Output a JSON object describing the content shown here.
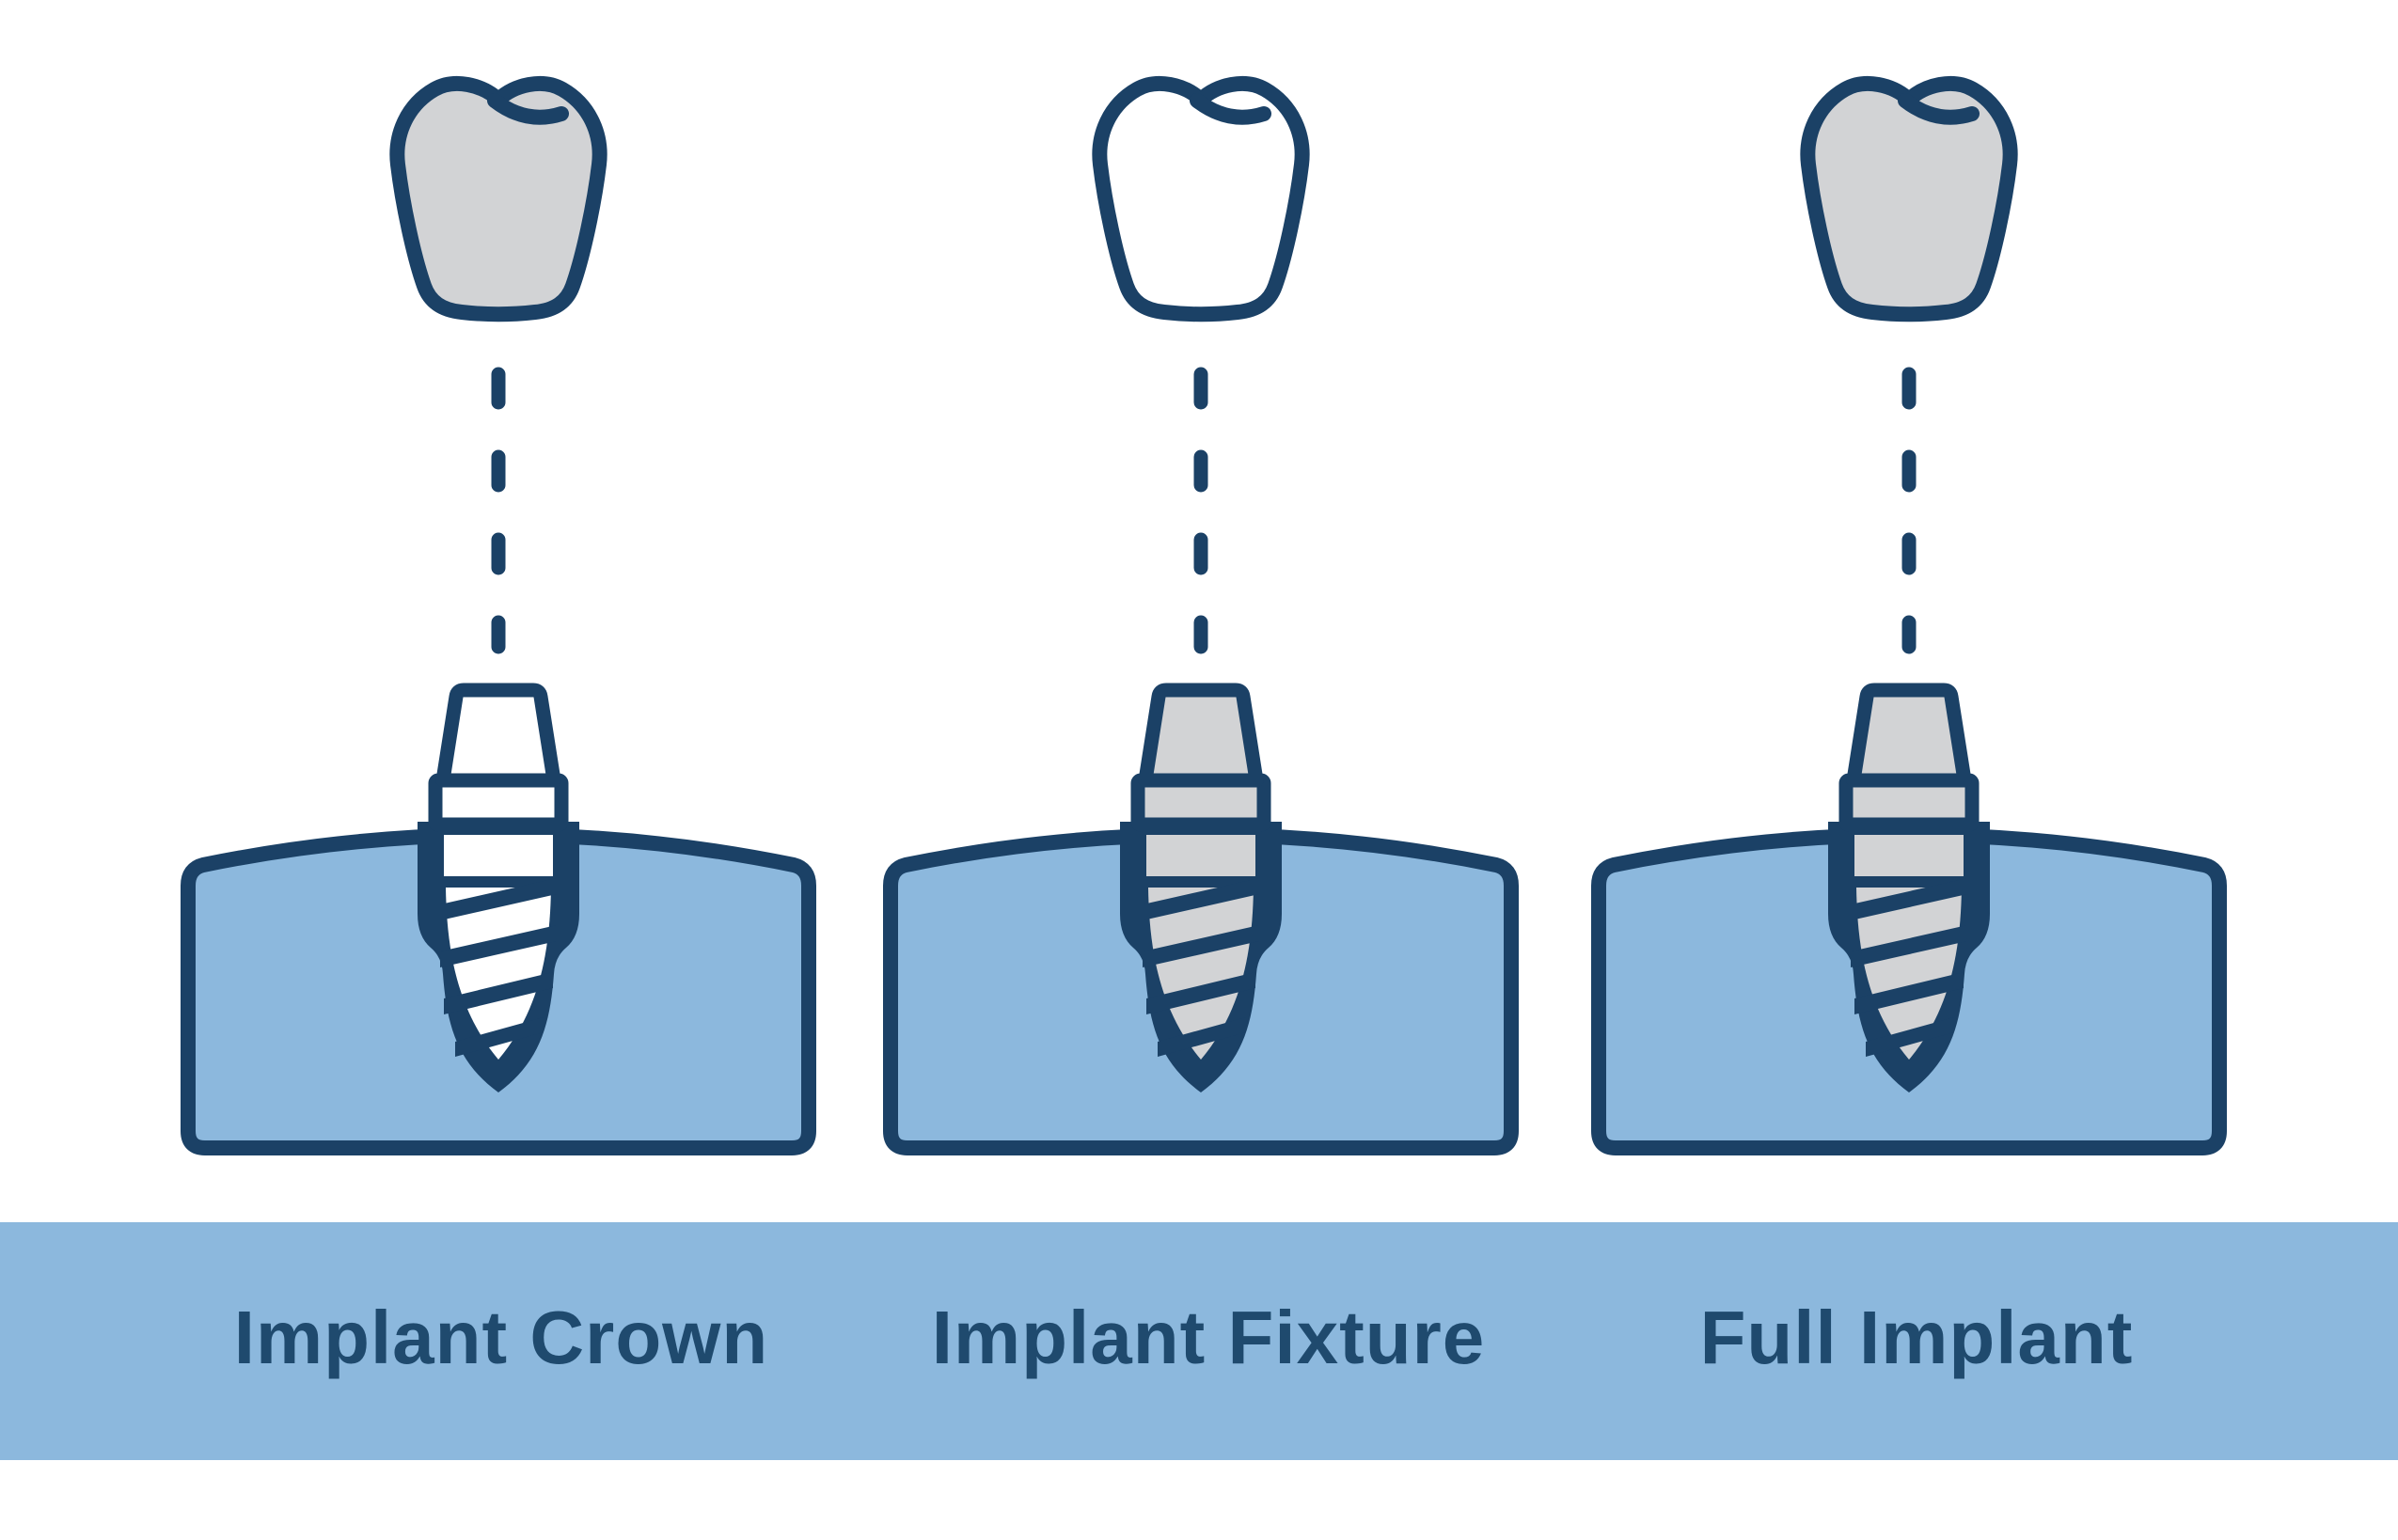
{
  "page": {
    "background": "#ffffff"
  },
  "colors": {
    "navy": "#1b4166",
    "light_blue": "#8cb8dd",
    "gray": "#d2d3d5",
    "white": "#ffffff",
    "text_navy": "#1f4a6e"
  },
  "banner": {
    "background": "#8cb8dd"
  },
  "columns": [
    {
      "id": "implant-crown",
      "label": "Implant Crown",
      "tooth_fill": "gray",
      "implant_fill": "white"
    },
    {
      "id": "implant-fixture",
      "label": "Implant Fixture",
      "tooth_fill": "white",
      "implant_fill": "gray"
    },
    {
      "id": "full-implant",
      "label": "Full Implant",
      "tooth_fill": "gray",
      "implant_fill": "gray"
    }
  ]
}
